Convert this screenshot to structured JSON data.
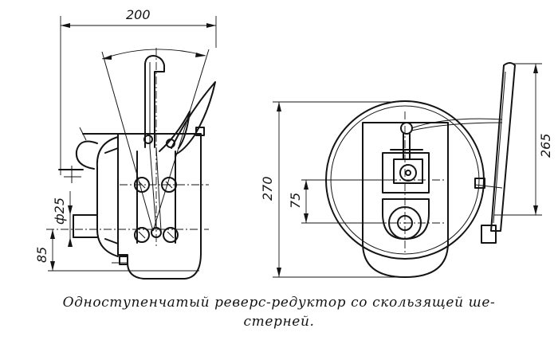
{
  "figure": {
    "dimensions": {
      "width_200": "200",
      "diameter_25": "ф25",
      "height_85": "85",
      "height_270": "270",
      "height_75": "75",
      "height_265": "265"
    },
    "caption": {
      "line1": "Одноступенчатый  реверс-редуктор  со  скользящей  ше-",
      "line2": "стерней."
    }
  }
}
